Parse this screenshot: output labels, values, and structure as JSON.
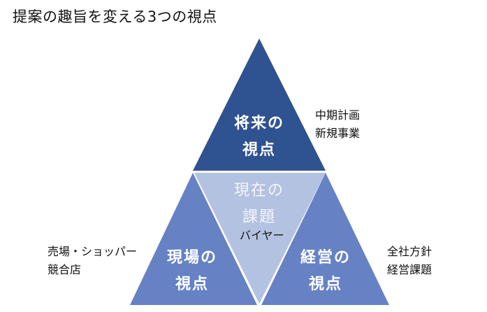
{
  "title": "提案の趣旨を変える3つの視点",
  "colors": {
    "top": "#2F5290",
    "sides": "#6682C4",
    "center": "#B4C2E2"
  },
  "triangles": {
    "top": {
      "line1": "将来の",
      "line2": "視点"
    },
    "center": {
      "line1": "現在の",
      "line2": "課題"
    },
    "left": {
      "line1": "現場の",
      "line2": "視点"
    },
    "right": {
      "line1": "経営の",
      "line2": "視点"
    }
  },
  "annotations": {
    "top": {
      "line1": "中期計画",
      "line2": "新規事業"
    },
    "center": "バイヤー",
    "left": {
      "line1": "売場・ショッパー",
      "line2": "競合店"
    },
    "right": {
      "line1": "全社方針",
      "line2": "経営課題"
    }
  }
}
